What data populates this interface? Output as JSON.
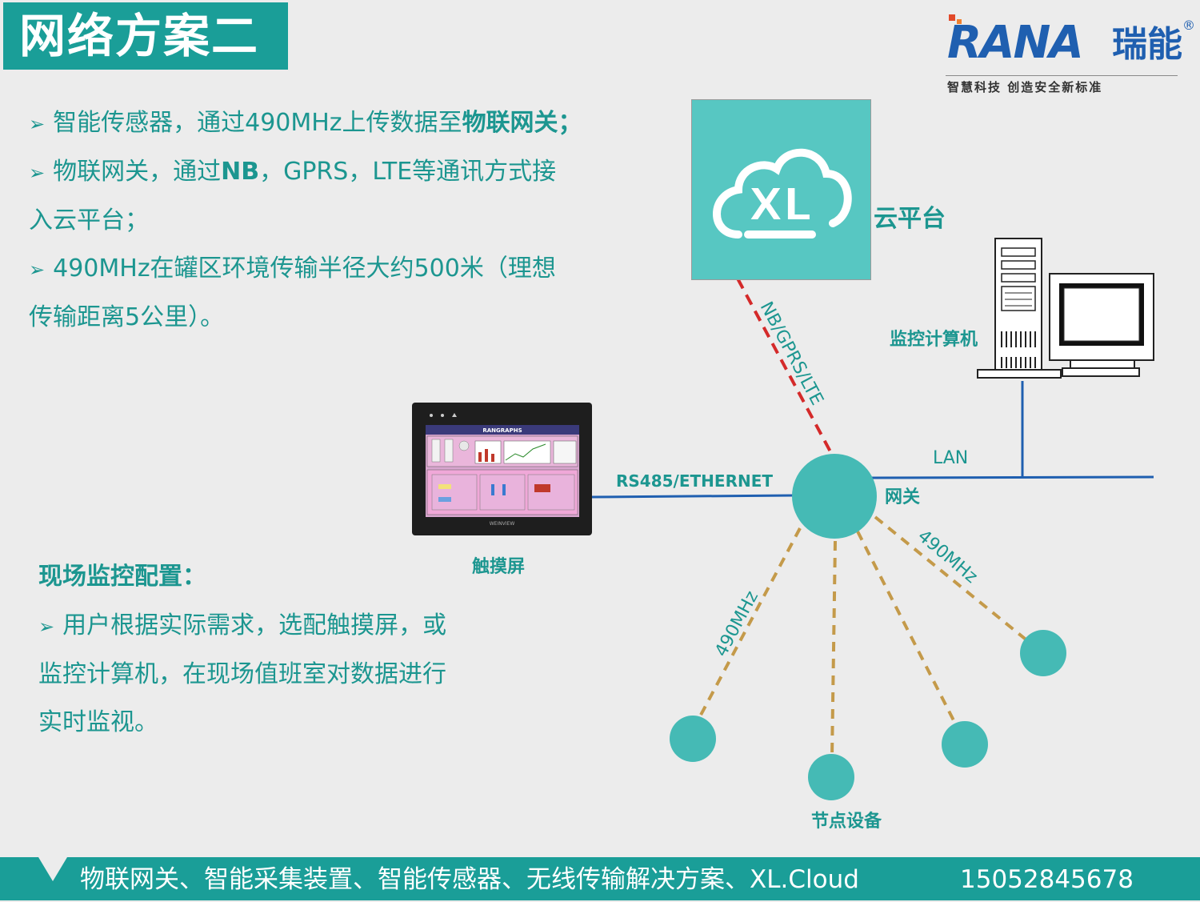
{
  "header": {
    "title": "网络方案二"
  },
  "logo": {
    "brand": "RANA",
    "brand_cn": "瑞能",
    "reg": "®",
    "slogan": "智慧科技  创造安全新标准"
  },
  "bullets": [
    {
      "pre": "智能传感器，通过490MHz上传数据至",
      "bold": "物联网关；",
      "post": ""
    },
    {
      "pre": "物联网关，通过",
      "bold": "NB",
      "post": "，GPRS，LTE等通讯方式接"
    },
    {
      "cont": "入云平台；"
    },
    {
      "pre": "490MHz在罐区环境传输半径大约500米（理想",
      "bold": "",
      "post": ""
    },
    {
      "cont": "传输距离5公里）。"
    }
  ],
  "site_config": {
    "heading": "现场监控配置：",
    "line1": "用户根据实际需求，选配触摸屏，或",
    "line2": "监控计算机，在现场值班室对数据进行",
    "line3": "实时监视。"
  },
  "diagram": {
    "cloud_label": "云平台",
    "cloud_logo_text": "XL",
    "monitor_pc_label": "监控计算机",
    "gateway_label": "网关",
    "touch_label": "触摸屏",
    "node_label": "节点设备",
    "link_nb": "NB/GPRS/LTE",
    "link_lan": "LAN",
    "link_rs485": "RS485/ETHERNET",
    "link_490_left": "490MHz",
    "link_490_right": "490MHz",
    "touch_screen_title": "RANGRAPHS",
    "touch_brand": "WEINVIEW"
  },
  "colors": {
    "teal": "#1a9e98",
    "node": "#45bab5",
    "blue_line": "#1f5fb0",
    "red_dash": "#d42a2a",
    "brown_dash": "#c49a4a"
  },
  "footer": {
    "text": "物联网关、智能采集装置、智能传感器、无线传输解决方案、XL.Cloud",
    "phone": "15052845678"
  }
}
